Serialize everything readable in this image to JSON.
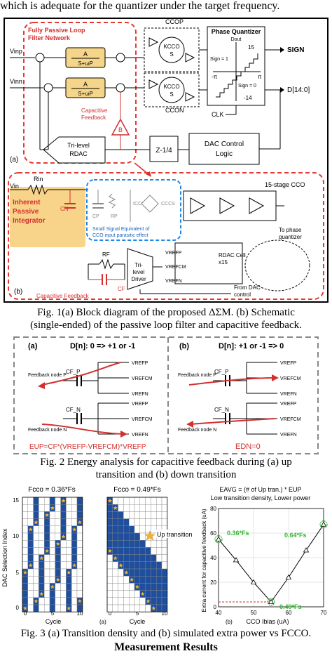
{
  "header_line": "which is adequate for the quantizer under the target frequency.",
  "fig1a": {
    "network_label": "Fully Passive Loop Filter Network",
    "vin_p": "Vinp",
    "vin_n": "Vinn",
    "filter_num": "A",
    "filter_den": "S+ωP",
    "cco_p": "CCOP",
    "cco_n": "CCON",
    "kcco_num": "KCCO",
    "kcco_den": "S",
    "quantizer_title": "Phase Quantizer",
    "dout": "Dout",
    "q_15": "15",
    "q_m14": "-14",
    "q_pi": "π",
    "q_mpi": "-π",
    "sign1": "Sign = 1",
    "sign0": "Sign = 0",
    "sign_out": "SIGN",
    "d_out": "D[14:0]",
    "clk": "CLK",
    "cap_fb": "Capacitive Feedback",
    "b": "B",
    "rdac": "Tri-level RDAC",
    "z": "Z-1/4",
    "dac_logic": "DAC Control Logic",
    "panel": "(a)"
  },
  "fig1b": {
    "vin": "Vin",
    "rin": "Rin",
    "inherent": "Inherent Passive Integrator",
    "cn": "CN",
    "cp": "CP",
    "rp": "RP",
    "icco": "ICCO",
    "cccs": "CCCS",
    "small_signal": "Small Signal Equivalent of CCO input parasitic effect",
    "stage_cco": "15-stage CCO",
    "to_phase": "To phase quantizer",
    "rdac_cell": "RDAC Cell x15",
    "rf": "RF",
    "cf": "CF",
    "driver": "Tri-level Driver",
    "vrefp": "VREFP",
    "vrefcm": "VREFCM",
    "vrefn": "VREFN",
    "cap_fb": "Capacitive Feedback",
    "from_dac": "From DAC control",
    "panel": "(b)"
  },
  "fig1_caption": [
    "Fig. 1(a) Block diagram of the proposed ΔΣM. (b) Schematic",
    "(single-ended) of the passive loop filter and capacitive feedback."
  ],
  "fig2": {
    "a_label": "(a)",
    "a_title": "D[n]: 0 => +1 or -1",
    "b_label": "(b)",
    "b_title": "D[n]: +1 or -1 => 0",
    "node_p": "Feedback node P",
    "node_n": "Feedback node N",
    "cfp": "CF_P",
    "cfn": "CF_N",
    "vrefp": "VREFP",
    "vrefcm": "VREFCM",
    "vrefn": "VREFN",
    "eup": "EUP=CF*(VREFP-VREFCM)*VREFP",
    "edn": "EDN=0"
  },
  "fig2_caption": [
    "Fig. 2 Energy analysis for capacitive feedback during (a) up",
    "transition and (b) down transition"
  ],
  "fig3": {
    "title1": "Fcco = 0.36*Fs",
    "title2": "Fcco = 0.49*Fs",
    "ylabel": "DAC Selection Index",
    "xlabel": "Cycle",
    "legend": "Up transition",
    "y_ticks": [
      "15",
      "10",
      "5",
      "0"
    ],
    "x_ticks": [
      "0",
      "5",
      "10"
    ],
    "eavg": "EAVG = (# of Up tran.) * EUP",
    "low_line": "Low transition density, Lower power",
    "sub_a": "(a)",
    "sub_b": "(b)",
    "accent": "#1f4e9c",
    "marker": "#f2b134",
    "annot_color": "#2eb82e"
  },
  "chart_data": {
    "type": "line",
    "title": "",
    "xlabel": "CCO Ibias (uA)",
    "ylabel": "Extra current for capacitive feedback (uA)",
    "x": [
      40,
      45,
      50,
      55,
      60,
      65,
      70
    ],
    "series": [
      {
        "values": [
          55,
          38,
          20,
          4,
          24,
          46,
          67
        ]
      }
    ],
    "xlim": [
      40,
      70
    ],
    "ylim": [
      0,
      80
    ],
    "x_ticks": [
      "40",
      "50",
      "60",
      "70"
    ],
    "y_ticks": [
      "0",
      "20",
      "40",
      "60",
      "80"
    ],
    "annotations": [
      "0.36*Fs",
      "0.49*Fs",
      "0.64*Fs"
    ],
    "grid": true
  },
  "fig3_caption": "Fig. 3 (a) Transition density and (b) simulated extra power vs FCCO.",
  "section_heading": "Measurement Results"
}
